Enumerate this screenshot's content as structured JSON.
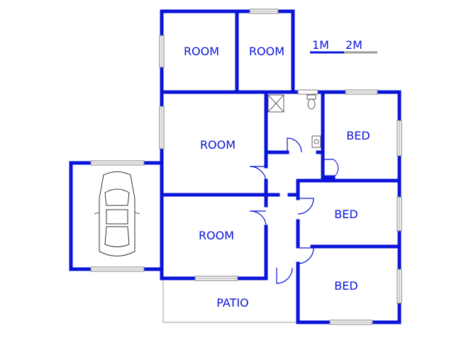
{
  "floorplan": {
    "rooms": [
      {
        "id": "room-top-left",
        "label": "ROOM"
      },
      {
        "id": "room-top-right",
        "label": "ROOM"
      },
      {
        "id": "room-middle",
        "label": "ROOM"
      },
      {
        "id": "room-lower",
        "label": "ROOM"
      },
      {
        "id": "bed-1",
        "label": "BED"
      },
      {
        "id": "bed-2",
        "label": "BED"
      },
      {
        "id": "bed-3",
        "label": "BED"
      },
      {
        "id": "patio",
        "label": "PATIO"
      }
    ],
    "scale": {
      "label_1": "1M",
      "label_2": "2M"
    }
  },
  "colors": {
    "walls": "#0a14d8",
    "text": "#0a14d8",
    "windows": "#7a7a7a",
    "scale_grey": "#9a9a9a"
  },
  "icons": [
    "car-icon",
    "shower-icon",
    "toilet-icon",
    "basin-icon"
  ]
}
